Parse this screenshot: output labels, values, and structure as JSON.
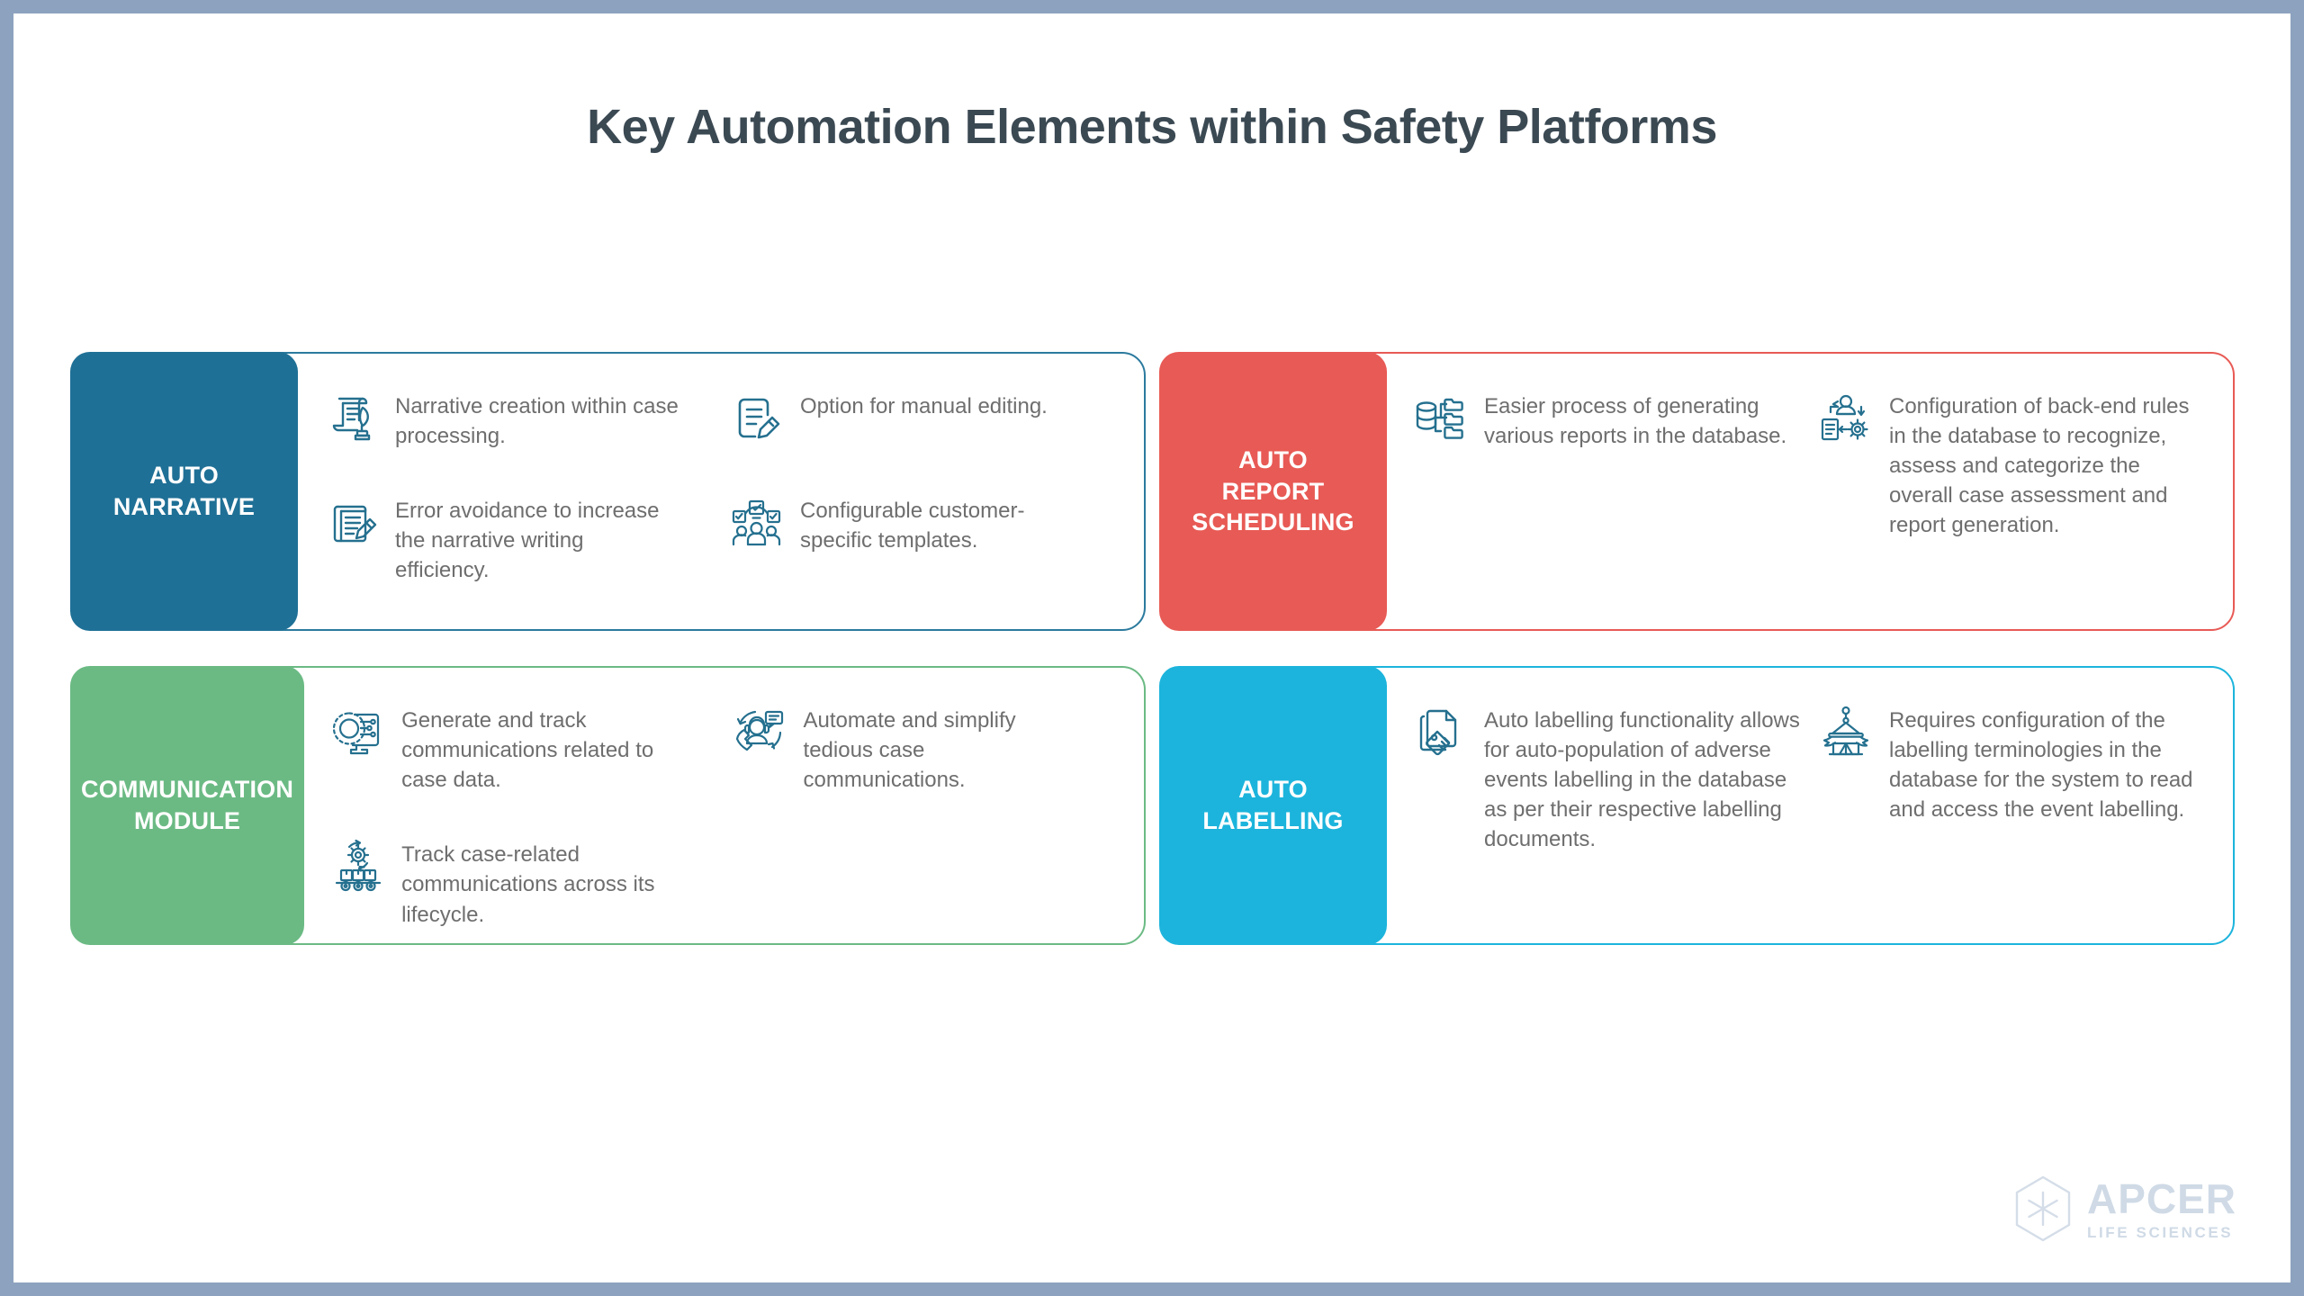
{
  "page": {
    "title": "Key Automation Elements within Safety Platforms",
    "background_color": "#FFFFFF",
    "frame_color": "#8CA2BF",
    "title_color": "#3B4953",
    "body_text_color": "#6E6E6E",
    "icon_color": "#25708F"
  },
  "cards": [
    {
      "id": "auto-narrative",
      "tab_label": "AUTO\nNARRATIVE",
      "tab_label_line1": "AUTO",
      "tab_label_line2": "NARRATIVE",
      "accent_color": "#1F7096",
      "border_color": "#2B7A9E",
      "features": [
        {
          "icon": "scroll-quill-icon",
          "text": "Narrative creation within case processing."
        },
        {
          "icon": "document-pencil-icon",
          "text": "Option for manual editing."
        },
        {
          "icon": "notepad-pen-icon",
          "text": "Error avoidance to increase the narrative writing efficiency."
        },
        {
          "icon": "people-checklist-icon",
          "text": "Configurable customer-specific templates."
        }
      ]
    },
    {
      "id": "auto-report-scheduling",
      "tab_label": "AUTO REPORT SCHEDULING",
      "tab_label_line1": "AUTO",
      "tab_label_line2": "REPORT",
      "tab_label_line3": "SCHEDULING",
      "accent_color": "#E85A55",
      "border_color": "#E85A55",
      "features": [
        {
          "icon": "database-folders-icon",
          "text": "Easier process of generating various reports in the database."
        },
        {
          "icon": "user-gear-document-icon",
          "text": "Configuration of back-end rules in the database to recognize, assess and categorize the overall case assessment and report generation."
        }
      ]
    },
    {
      "id": "communication-module",
      "tab_label": "COMMUNICATION MODULE",
      "tab_label_line1": "COMMUNICATION",
      "tab_label_line2": "MODULE",
      "accent_color": "#6BBA84",
      "border_color": "#6BBA84",
      "features": [
        {
          "icon": "gear-circuit-monitor-icon",
          "text": "Generate and track communications related to case data."
        },
        {
          "icon": "headset-chat-icon",
          "text": "Automate and simplify tedious case communications."
        },
        {
          "icon": "conveyor-gear-icon",
          "text": "Track case-related communications across its lifecycle."
        }
      ]
    },
    {
      "id": "auto-labelling",
      "tab_label": "AUTO LABELLING",
      "tab_label_line1": "AUTO",
      "tab_label_line2": "LABELLING",
      "accent_color": "#1CB4DC",
      "border_color": "#1CB4DC",
      "features": [
        {
          "icon": "documents-tag-icon",
          "text": "Auto labelling functionality allows for auto-population of adverse events labelling in the database as per their respective labelling documents."
        },
        {
          "icon": "label-machine-icon",
          "text": "Requires configuration of the labelling terminologies in the database for the system to read and access the event labelling."
        }
      ]
    }
  ],
  "logo": {
    "mark": "hexagon-asterisk-icon",
    "name": "APCER",
    "tagline": "LIFE SCIENCES",
    "color": "#CFDAE6"
  }
}
